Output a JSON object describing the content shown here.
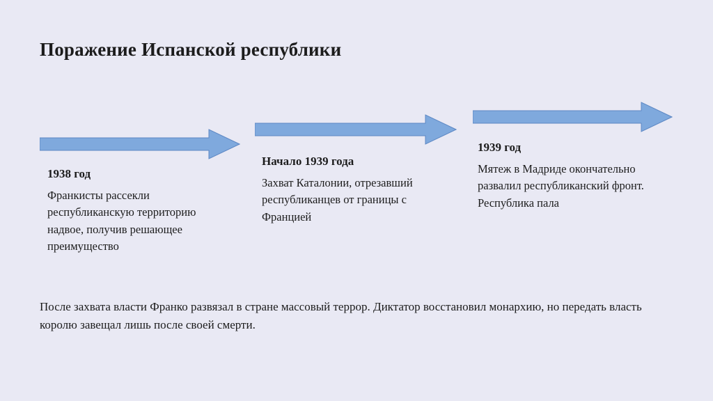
{
  "slide": {
    "title": "Поражение Испанской республики",
    "timeline": [
      {
        "heading": "1938 год",
        "text": "Франкисты рассекли республиканскую территорию надвое, получив решающее преимущество"
      },
      {
        "heading": "Начало 1939 года",
        "text": "Захват Каталонии, отрезавший республиканцев от границы с Францией"
      },
      {
        "heading": "1939 год",
        "text": "Мятеж в Мадриде окончательно развалил республиканский фронт. Республика пала"
      }
    ],
    "footer": "После захвата власти Франко развязал в стране массовый террор. Диктатор восстановил монархию, но передать власть королю завещал лишь после своей смерти.",
    "colors": {
      "background": "#e9e9f4",
      "arrow_fill": "#7fa9dd",
      "arrow_border": "#5d88c4",
      "text": "#1c1c1c"
    }
  }
}
